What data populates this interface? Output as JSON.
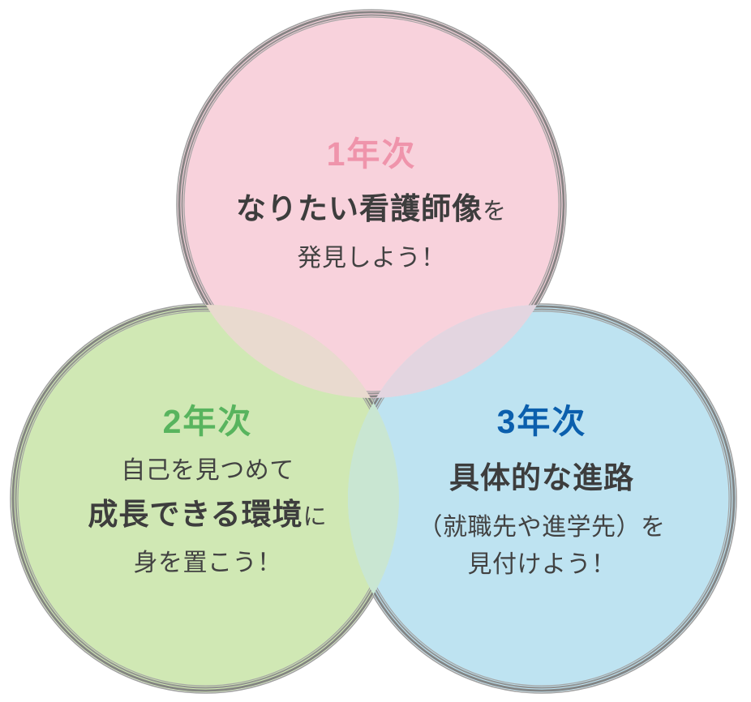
{
  "colors": {
    "pink_fill": "#f8d2dc",
    "green_fill": "#d0e8b4",
    "blue_fill": "#bee3f1",
    "pink_green_overlap": "#e9dacf",
    "pink_blue_overlap": "#e3d5e0",
    "green_blue_overlap": "#c9e6d2",
    "border_gray": "#8a8a8a",
    "year1_heading_color": "#ef94ab",
    "year2_heading_color": "#58b45e",
    "year3_heading_color": "#0b5fad",
    "body_text_color": "#404040"
  },
  "year1": {
    "heading": "1年次",
    "line1_main": "なりたい看護師像",
    "line1_tail": "を",
    "line2": "発見しよう！"
  },
  "year2": {
    "heading": "2年次",
    "line1": "自己を見つめて",
    "line2_main": "成長できる環境",
    "line2_tail": "に",
    "line3": "身を置こう！"
  },
  "year3": {
    "heading": "3年次",
    "line1_main": "具体的な進路",
    "line2": "（就職先や進学先）を",
    "line3": "見付けよう！"
  }
}
